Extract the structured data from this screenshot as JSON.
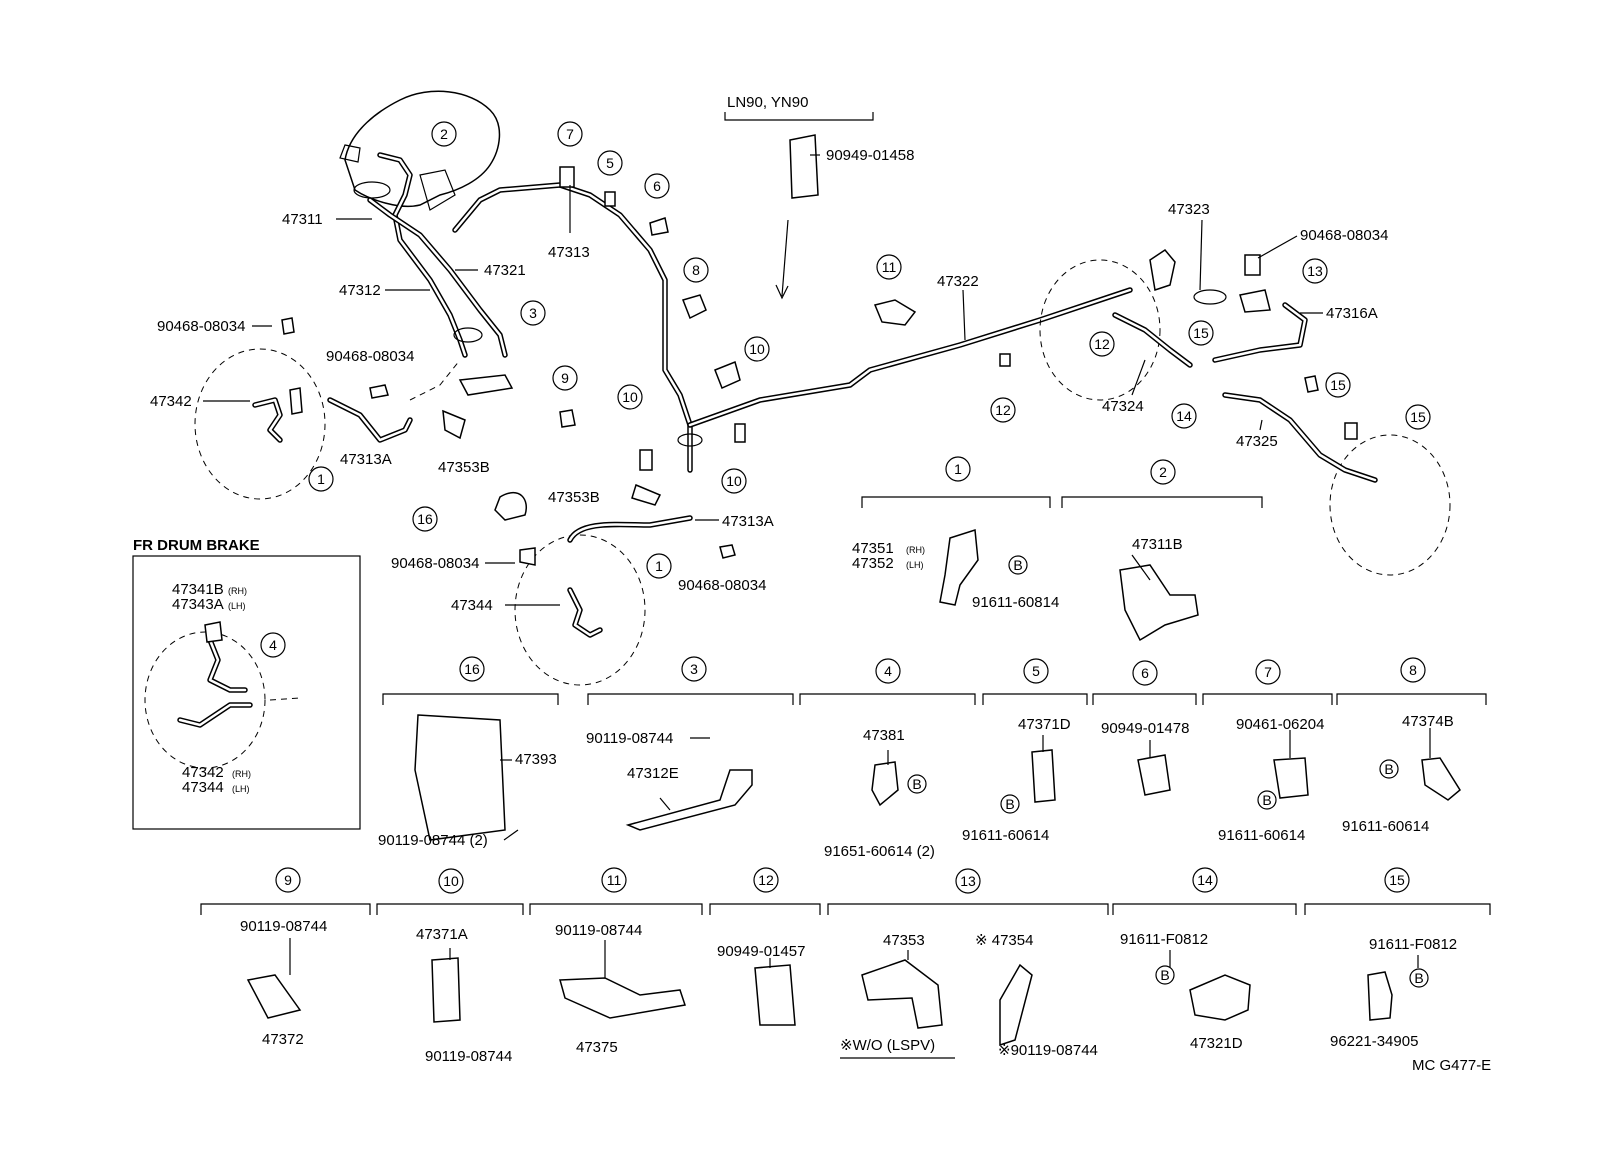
{
  "header": {
    "variant_label": "LN90, YN90",
    "fr_drum_label": "FR DRUM BRAKE",
    "ref_code": "MC G477-E"
  },
  "footnote": {
    "wo_lspv": "※W/O (LSPV)",
    "mark_47354": "※ 47354",
    "mark_90119": "※90119-08744"
  },
  "circled": [
    "1",
    "2",
    "3",
    "4",
    "5",
    "6",
    "7",
    "8",
    "9",
    "10",
    "11",
    "12",
    "13",
    "14",
    "15",
    "16"
  ],
  "labels": {
    "p90949_01458": "90949-01458",
    "p47311": "47311",
    "p47313": "47313",
    "p47321": "47321",
    "p47312": "47312",
    "p90468_a": "90468-08034",
    "p90468_b": "90468-08034",
    "p47342": "47342",
    "p47313A_a": "47313A",
    "p47353B_a": "47353B",
    "p47353B_b": "47353B",
    "p47313A_b": "47313A",
    "p90468_c": "90468-08034",
    "p90468_d": "90468-08034",
    "p47344": "47344",
    "p47322": "47322",
    "p47323": "47323",
    "p90468_e": "90468-08034",
    "p47316A": "47316A",
    "p47324": "47324",
    "p47325": "47325",
    "fr_47341B": "47341B",
    "fr_rh1": "(RH)",
    "fr_47343A": "47343A",
    "fr_lh1": "(LH)",
    "fr_47342": "47342",
    "fr_rh2": "(RH)",
    "fr_47344": "47344",
    "fr_lh2": "(LH)",
    "g1_47351": "47351",
    "g1_rh": "(RH)",
    "g1_47352": "47352",
    "g1_lh": "(LH)",
    "g1_91611": "91611-60814",
    "g2_47311B": "47311B",
    "g16_47393": "47393",
    "g16_90119": "90119-08744 (2)",
    "g3_90119": "90119-08744",
    "g3_47312E": "47312E",
    "g4_47381": "47381",
    "g4_91651": "91651-60614 (2)",
    "g5_47371D": "47371D",
    "g5_91611": "91611-60614",
    "g6_90949": "90949-01478",
    "g7_90461": "90461-06204",
    "g7_91611": "91611-60614",
    "g8_47374B": "47374B",
    "g8_91611": "91611-60614",
    "g9_90119": "90119-08744",
    "g9_47372": "47372",
    "g10_47371A": "47371A",
    "g10_90119": "90119-08744",
    "g11_90119": "90119-08744",
    "g11_47375": "47375",
    "g12_90949": "90949-01457",
    "g13_47353": "47353",
    "g14_91611": "91611-F0812",
    "g14_47321D": "47321D",
    "g15_91611": "91611-F0812",
    "g15_96221": "96221-34905",
    "b": "B"
  }
}
